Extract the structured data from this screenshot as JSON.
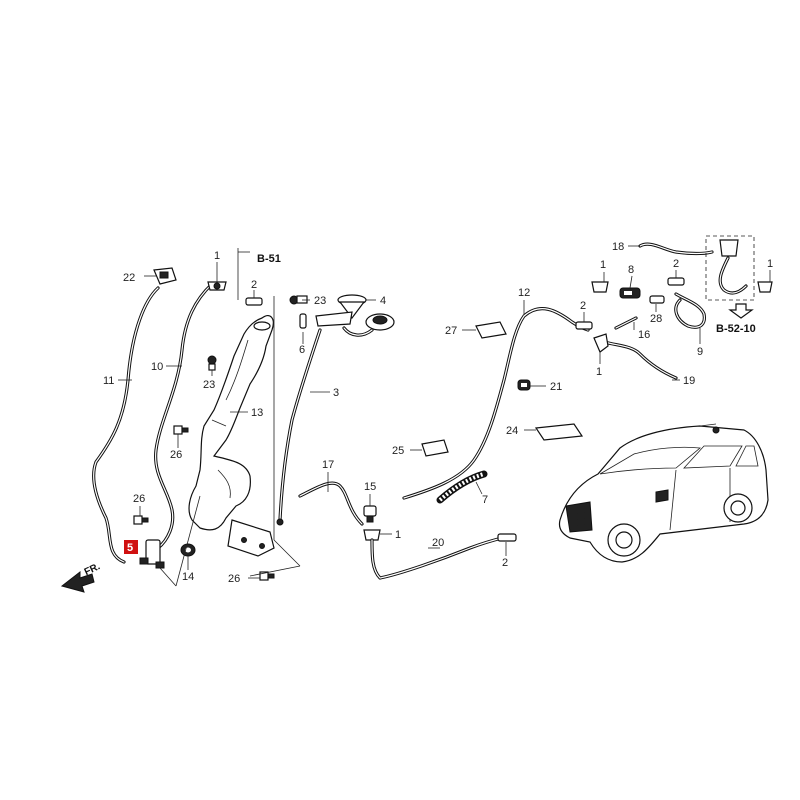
{
  "callouts": [
    {
      "id": "c22",
      "text": "22"
    },
    {
      "id": "c1a",
      "text": "1"
    },
    {
      "id": "c2a",
      "text": "2"
    },
    {
      "id": "c11",
      "text": "11"
    },
    {
      "id": "c10",
      "text": "10"
    },
    {
      "id": "c23a",
      "text": "23"
    },
    {
      "id": "c6",
      "text": "6"
    },
    {
      "id": "c23b",
      "text": "23"
    },
    {
      "id": "c4",
      "text": "4"
    },
    {
      "id": "c3",
      "text": "3"
    },
    {
      "id": "c13",
      "text": "13"
    },
    {
      "id": "c26a",
      "text": "26"
    },
    {
      "id": "c26b",
      "text": "26"
    },
    {
      "id": "c14",
      "text": "14"
    },
    {
      "id": "c26c",
      "text": "26"
    },
    {
      "id": "c17",
      "text": "17"
    },
    {
      "id": "c15",
      "text": "15"
    },
    {
      "id": "c1b",
      "text": "1"
    },
    {
      "id": "c20",
      "text": "20"
    },
    {
      "id": "c2b",
      "text": "2"
    },
    {
      "id": "c12",
      "text": "12"
    },
    {
      "id": "c27",
      "text": "27"
    },
    {
      "id": "c2c",
      "text": "2"
    },
    {
      "id": "c21",
      "text": "21"
    },
    {
      "id": "c25",
      "text": "25"
    },
    {
      "id": "c24",
      "text": "24"
    },
    {
      "id": "c7",
      "text": "7"
    },
    {
      "id": "c18",
      "text": "18"
    },
    {
      "id": "c1c",
      "text": "1"
    },
    {
      "id": "c8",
      "text": "8"
    },
    {
      "id": "c2d",
      "text": "2"
    },
    {
      "id": "c1d",
      "text": "1"
    },
    {
      "id": "c28",
      "text": "28"
    },
    {
      "id": "c16",
      "text": "16"
    },
    {
      "id": "c9",
      "text": "9"
    },
    {
      "id": "c1e",
      "text": "1"
    },
    {
      "id": "c19",
      "text": "19"
    }
  ],
  "refs": {
    "b51": "B-51",
    "b5210": "B-52-10"
  },
  "highlight": "5",
  "front_label": "FR."
}
